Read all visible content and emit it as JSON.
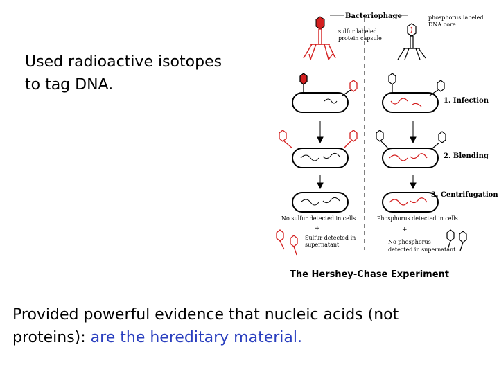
{
  "slide": {
    "intro": [
      "Used radioactive isotopes",
      "to tag DNA."
    ],
    "conclusion_line1": "Provided powerful evidence that nucleic acids (not",
    "conclusion_prefix": "proteins):",
    "conclusion_highlight": "are the hereditary material."
  },
  "diagram": {
    "bacteriophage": "Bacteriophage",
    "sulfur_label": [
      "sulfur labeled",
      "protein capsule"
    ],
    "phosphorus_label": [
      "phosphorus labeled",
      "DNA core"
    ],
    "steps": [
      "1. Infection",
      "2. Blending",
      "3. Centrifugation"
    ],
    "left_result": [
      "No sulfur detected in cells",
      "+",
      "Sulfur detected in",
      "supernatant"
    ],
    "right_result": [
      "Phosphorus detected in cells",
      "+",
      "No phosphorus",
      "detected in supernatant"
    ],
    "caption": "The Hershey-Chase Experiment"
  },
  "colors": {
    "highlight_text": "#2a3fbf",
    "label_red": "#d42020"
  }
}
